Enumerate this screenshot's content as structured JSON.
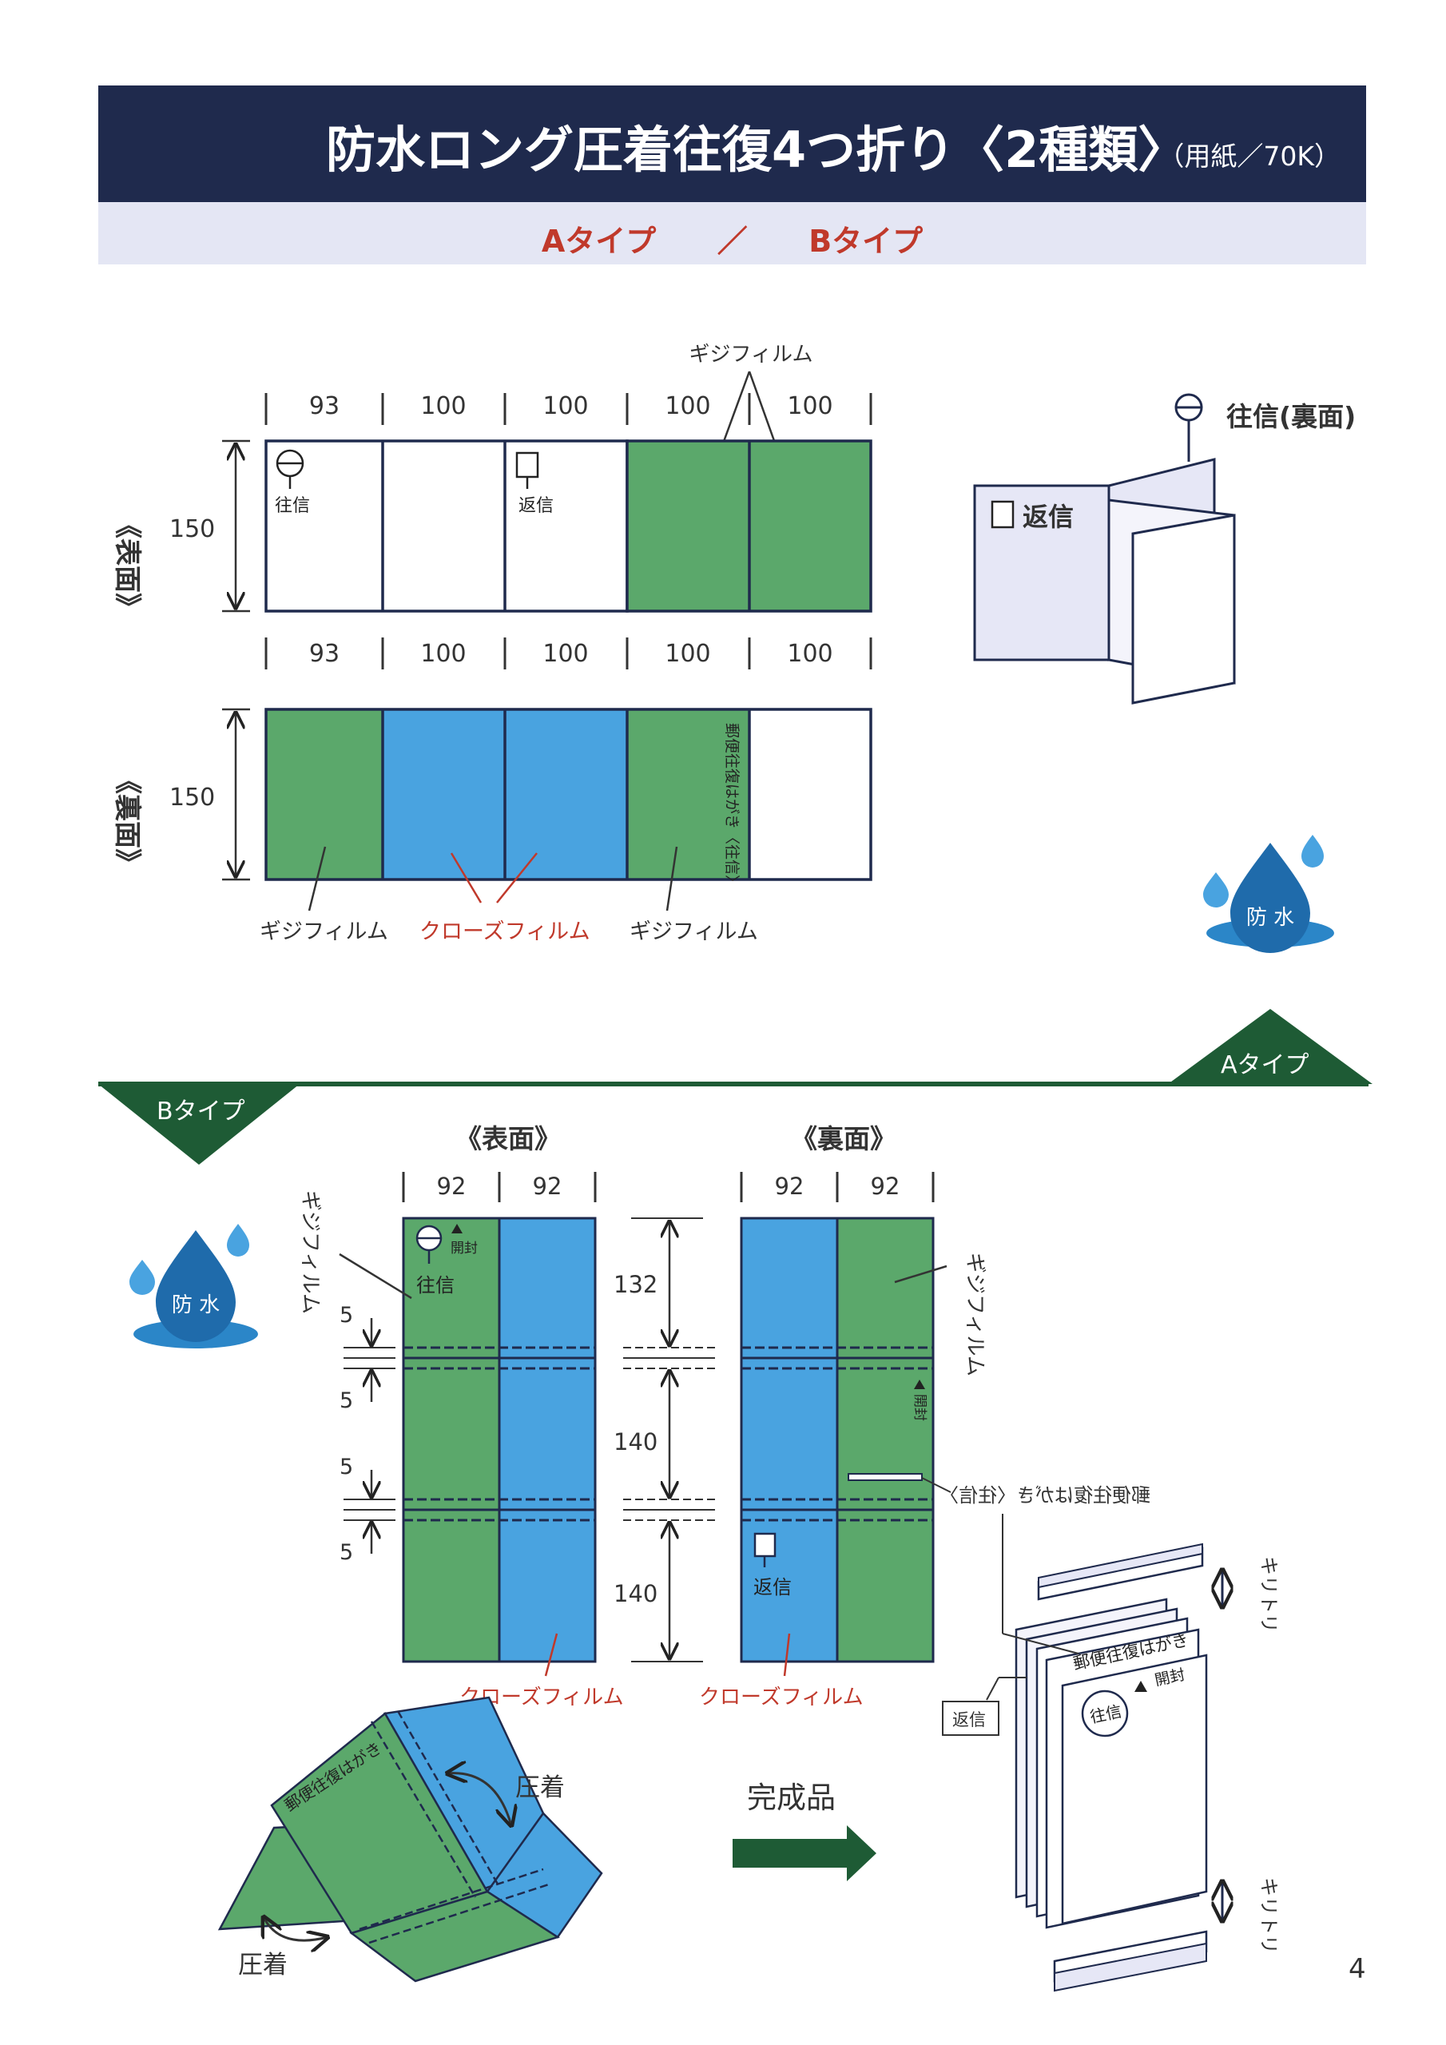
{
  "title": {
    "main": "防水ロング圧着往復4つ折り〈2種類〉",
    "paper": "（用紙／70K）"
  },
  "subtitle": {
    "a": "Aタイプ",
    "sep": "／",
    "b": "Bタイプ"
  },
  "colors": {
    "navy": "#1f2a4d",
    "green": "#5ba86b",
    "blue": "#49a3e0",
    "red": "#c0392b",
    "dark_green": "#1e5b35",
    "drop": "#1e6fb0"
  },
  "type_a": {
    "front_label": "《表面》",
    "back_label": "《裏面》",
    "widths_front": [
      "93",
      "100",
      "100",
      "100",
      "100"
    ],
    "widths_back": [
      "93",
      "100",
      "100",
      "100",
      "100"
    ],
    "height_front": "150",
    "height_back": "150",
    "giji_top": "ギジフィルム",
    "ou_label": "往信",
    "hen_label": "返信",
    "vertical_text": "郵便往復はがき〈往信〉",
    "giji_left": "ギジフィルム",
    "close_label": "クローズフィルム",
    "giji_right": "ギジフィルム",
    "ill_ou_ura": "往信(裏面)",
    "ill_hen": "返信",
    "drop": "防 水"
  },
  "divider": {
    "a": "Aタイプ",
    "b": "Bタイプ"
  },
  "type_b": {
    "front_label": "《表面》",
    "back_label": "《裏面》",
    "widths_front": [
      "92",
      "92"
    ],
    "widths_back": [
      "92",
      "92"
    ],
    "heights": [
      "132",
      "140",
      "140"
    ],
    "gaps": [
      "5",
      "5",
      "5",
      "5"
    ],
    "giji_left": "ギジフィルム",
    "giji_right": "ギジフィルム",
    "ou_label": "往信",
    "kaifu": "開封",
    "kaifu_back": "開封",
    "hen_label": "返信",
    "close_left": "クローズフィルム",
    "close_right": "クローズフィルム",
    "mirror_text": "郵便往復はがき〈往信〉",
    "drop": "防 水",
    "fold_text": "郵便往復はがき",
    "pressure_top": "圧着",
    "pressure_bottom": "圧着",
    "finished": "完成品",
    "kiritori_top": "キリトリ",
    "kiritori_bottom": "キリトリ",
    "finished_card_text": "郵便往復はがき",
    "finished_kaifu": "開封",
    "finished_ou": "往信",
    "finished_hen": "返信"
  },
  "page_number": "4"
}
